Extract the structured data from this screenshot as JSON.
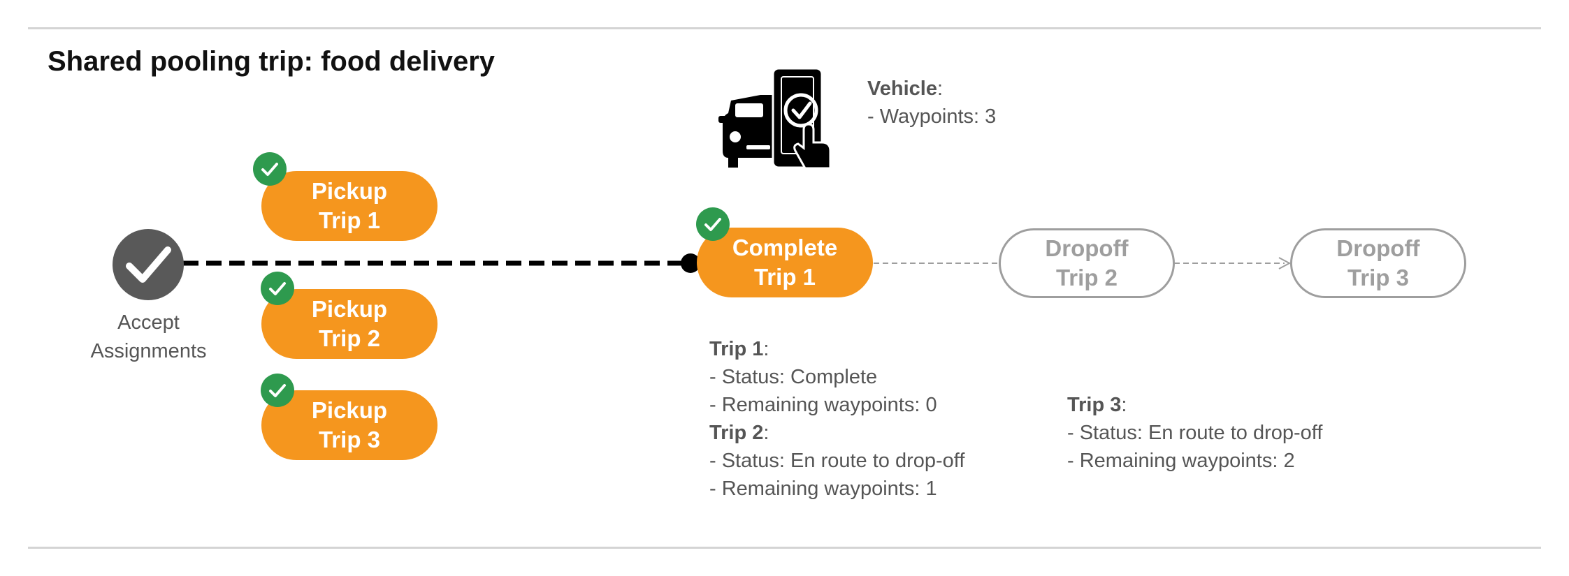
{
  "title": "Shared pooling trip: food delivery",
  "accept": {
    "label": "Accept\nAssignments"
  },
  "pickups": [
    {
      "label": "Pickup\nTrip 1"
    },
    {
      "label": "Pickup\nTrip 2"
    },
    {
      "label": "Pickup\nTrip 3"
    }
  ],
  "complete": {
    "label": "Complete\nTrip 1"
  },
  "dropoffs": [
    {
      "label": "Dropoff\nTrip 2"
    },
    {
      "label": "Dropoff\nTrip 3"
    }
  ],
  "vehicle": {
    "heading": "Vehicle",
    "waypoints": "- Waypoints: 3"
  },
  "trips": {
    "t1": {
      "heading": "Trip 1",
      "status": "- Status:  Complete",
      "remaining": "- Remaining waypoints: 0"
    },
    "t2": {
      "heading": "Trip 2",
      "status": "- Status:  En route to drop-off",
      "remaining": "- Remaining waypoints: 1"
    },
    "t3": {
      "heading": "Trip 3",
      "status": "- Status:  En route to drop-off",
      "remaining": "- Remaining waypoints: 2"
    }
  },
  "colors": {
    "orange": "#F5961E",
    "check_green": "#2E9A4E",
    "accept_gray": "#595959",
    "ghost_gray": "#9e9e9e"
  },
  "icons": [
    "check-icon",
    "car-icon",
    "phone-icon",
    "hand-pointer-icon"
  ]
}
